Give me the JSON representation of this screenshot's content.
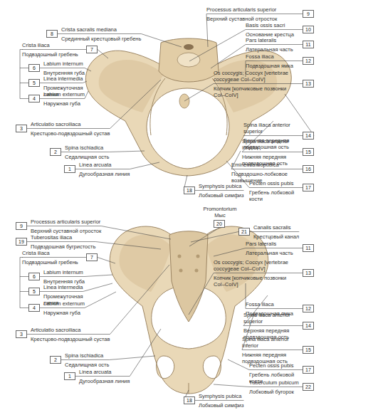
{
  "diagram": {
    "nodes": [
      {
        "text": [
          "8",
          "Crista sacralis mediana",
          "Срединный крестцовый гребень"
        ]
      },
      {
        "text": [
          "7",
          "Crista iliaca",
          "Подвздошный гребень"
        ]
      },
      {
        "text": [
          "6",
          "Labium internum",
          "Внутренняя губа"
        ]
      },
      {
        "text": [
          "5",
          "Linea intermedia",
          "Промежуточная линия"
        ]
      },
      {
        "text": [
          "4",
          "Labium externum",
          "Наружная губа"
        ]
      },
      {
        "text": [
          "3",
          "Articulatio sacroiliaca",
          "Крестцово-подвздошный сустав"
        ]
      },
      {
        "text": [
          "2",
          "Spina ischiadica",
          "Седалищная ость"
        ]
      },
      {
        "text": [
          "1",
          "Linea arcuata",
          "Дугообразная линия"
        ]
      },
      {
        "text": [
          "18",
          "Symphysis pubica",
          "Лобковый симфиз"
        ]
      },
      {
        "text": [
          "9",
          "Processus articularis superior",
          "Верхний суставной отросток"
        ]
      },
      {
        "text": [
          "10",
          "Basis ossis sacri",
          "Основание крестца"
        ]
      },
      {
        "text": [
          "11",
          "Pars lateralis",
          "Латеральная часть"
        ]
      },
      {
        "text": [
          "12",
          "Fossa iliaca",
          "Подвздошная ямка"
        ]
      },
      {
        "text": [
          "13",
          "Os coccygis; Coccyx [vertebrae coccygeae CoI–CoIV]",
          "Копчик [копчиковые позвонки CoI–CoIV]"
        ]
      },
      {
        "text": [
          "14",
          "Spina iliaca anterior superior",
          "Верхняя передняя подвздошная ость"
        ]
      },
      {
        "text": [
          "15",
          "Spina iliaca anterior inferior",
          "Нижняя передняя подвздошная ость"
        ]
      },
      {
        "text": [
          "16",
          "Eminentia iliopubica",
          "Подвздошно-лобковое возвышение"
        ]
      },
      {
        "text": [
          "17",
          "Pecten ossis pubis",
          "Гребень лобковой кости"
        ]
      },
      {
        "text": [
          "9",
          "Processus articularis superior",
          "Верхний суставной отросток"
        ]
      },
      {
        "text": [
          "20",
          "Promontorium",
          "Мыс"
        ]
      },
      {
        "text": [
          "19",
          "Tuberositas iliaca",
          "Подвздошная бугристость"
        ]
      },
      {
        "text": [
          "21",
          "Canalis sacralis",
          "Крестцовый канал"
        ]
      },
      {
        "text": [
          "11",
          "Pars lateralis",
          "Латеральная часть"
        ]
      },
      {
        "text": [
          "7",
          "Crista iliaca",
          "Подвздошный гребень"
        ]
      },
      {
        "text": [
          "13",
          "Os coccygis; Coccyx [vertebrae coccygeae CoI–CoIV]",
          "Копчик [копчиковые позвонки CoI–CoIV]"
        ]
      },
      {
        "text": [
          "6",
          "Labium internum",
          "Внутренняя губа"
        ]
      },
      {
        "text": [
          "5",
          "Linea intermedia",
          "Промежуточная линия"
        ]
      },
      {
        "text": [
          "4",
          "Labium externum",
          "Наружная губа"
        ]
      },
      {
        "text": [
          "12",
          "Fossa iliaca",
          "Подвздошная ямка"
        ]
      },
      {
        "text": [
          "14",
          "Spina iliaca anterior superior",
          "Верхняя передняя подвздошная ость"
        ]
      },
      {
        "text": [
          "3",
          "Articulatio sacroiliaca",
          "Крестцово-подвздошный сустав"
        ]
      },
      {
        "text": [
          "15",
          "Spina iliaca anterior inferior",
          "Нижняя передняя подвздошная ость"
        ]
      },
      {
        "text": [
          "2",
          "Spina ischiadica",
          "Седалищная ость"
        ]
      },
      {
        "text": [
          "17",
          "Pecten ossis pubis",
          "Гребень лобковой кости"
        ]
      },
      {
        "text": [
          "1",
          "Linea arcuata",
          "Дугообразная линия"
        ]
      },
      {
        "text": [
          "22",
          "Tuberculum pubicum",
          "Лобковый бугорок"
        ]
      },
      {
        "text": [
          "18",
          "Symphysis pubica",
          "Лобковый симфиз"
        ]
      }
    ]
  }
}
